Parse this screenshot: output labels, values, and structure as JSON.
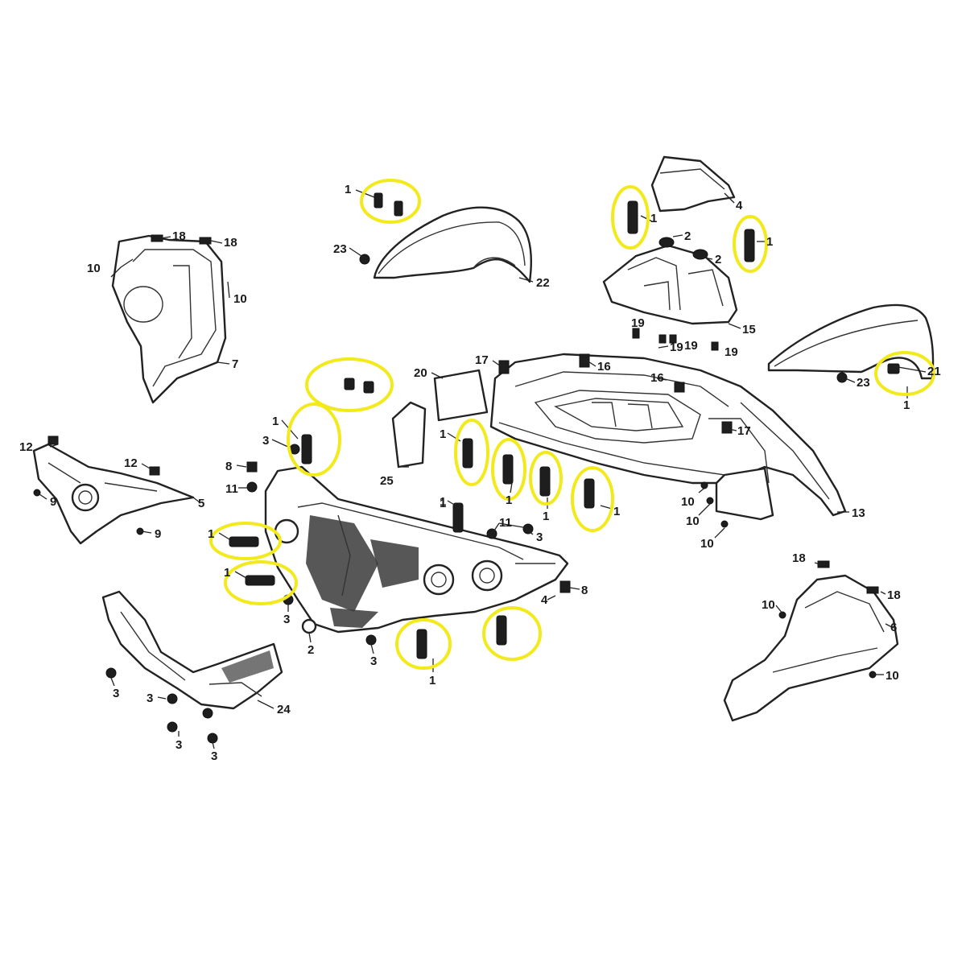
{
  "highlight_color": "#f2ea1c",
  "labels": [
    {
      "id": "l1a",
      "text": "1"
    },
    {
      "id": "l23a",
      "text": "23"
    },
    {
      "id": "l22",
      "text": "22"
    },
    {
      "id": "l18a",
      "text": "18"
    },
    {
      "id": "l18b",
      "text": "18"
    },
    {
      "id": "l10a",
      "text": "10"
    },
    {
      "id": "l10b",
      "text": "10"
    },
    {
      "id": "l7",
      "text": "7"
    },
    {
      "id": "l4a",
      "text": "4"
    },
    {
      "id": "l1b",
      "text": "1"
    },
    {
      "id": "l2a",
      "text": "2"
    },
    {
      "id": "l2b",
      "text": "2"
    },
    {
      "id": "l1c",
      "text": "1"
    },
    {
      "id": "l15",
      "text": "15"
    },
    {
      "id": "l19a",
      "text": "19"
    },
    {
      "id": "l19b",
      "text": "19"
    },
    {
      "id": "l19c",
      "text": "19"
    },
    {
      "id": "l19d",
      "text": "19"
    },
    {
      "id": "l21",
      "text": "21"
    },
    {
      "id": "l23b",
      "text": "23"
    },
    {
      "id": "l1d",
      "text": "1"
    },
    {
      "id": "l20",
      "text": "20"
    },
    {
      "id": "l17a",
      "text": "17"
    },
    {
      "id": "l16a",
      "text": "16"
    },
    {
      "id": "l16b",
      "text": "16"
    },
    {
      "id": "l17b",
      "text": "17"
    },
    {
      "id": "l12a",
      "text": "12"
    },
    {
      "id": "l12b",
      "text": "12"
    },
    {
      "id": "l9a",
      "text": "9"
    },
    {
      "id": "l9b",
      "text": "9"
    },
    {
      "id": "l5",
      "text": "5"
    },
    {
      "id": "l1e",
      "text": "1"
    },
    {
      "id": "l3a",
      "text": "3"
    },
    {
      "id": "l8a",
      "text": "8"
    },
    {
      "id": "l11a",
      "text": "11"
    },
    {
      "id": "l25",
      "text": "25"
    },
    {
      "id": "l1f",
      "text": "1"
    },
    {
      "id": "l1g",
      "text": "1"
    },
    {
      "id": "l1h",
      "text": "1"
    },
    {
      "id": "l1i",
      "text": "1"
    },
    {
      "id": "l1j",
      "text": "1"
    },
    {
      "id": "l10c",
      "text": "10"
    },
    {
      "id": "l10d",
      "text": "10"
    },
    {
      "id": "l10e",
      "text": "10"
    },
    {
      "id": "l13",
      "text": "13"
    },
    {
      "id": "l1k",
      "text": "1"
    },
    {
      "id": "l11b",
      "text": "11"
    },
    {
      "id": "l3b",
      "text": "3"
    },
    {
      "id": "l1l",
      "text": "1"
    },
    {
      "id": "l1m",
      "text": "1"
    },
    {
      "id": "l3c",
      "text": "3"
    },
    {
      "id": "l2c",
      "text": "2"
    },
    {
      "id": "l3d",
      "text": "3"
    },
    {
      "id": "l4b",
      "text": "4"
    },
    {
      "id": "l8b",
      "text": "8"
    },
    {
      "id": "l1n",
      "text": "1"
    },
    {
      "id": "l18c",
      "text": "18"
    },
    {
      "id": "l18d",
      "text": "18"
    },
    {
      "id": "l10f",
      "text": "10"
    },
    {
      "id": "l6",
      "text": "6"
    },
    {
      "id": "l10g",
      "text": "10"
    },
    {
      "id": "l3e",
      "text": "3"
    },
    {
      "id": "l3f",
      "text": "3"
    },
    {
      "id": "l3g",
      "text": "3"
    },
    {
      "id": "l3h",
      "text": "3"
    },
    {
      "id": "l24",
      "text": "24"
    }
  ]
}
